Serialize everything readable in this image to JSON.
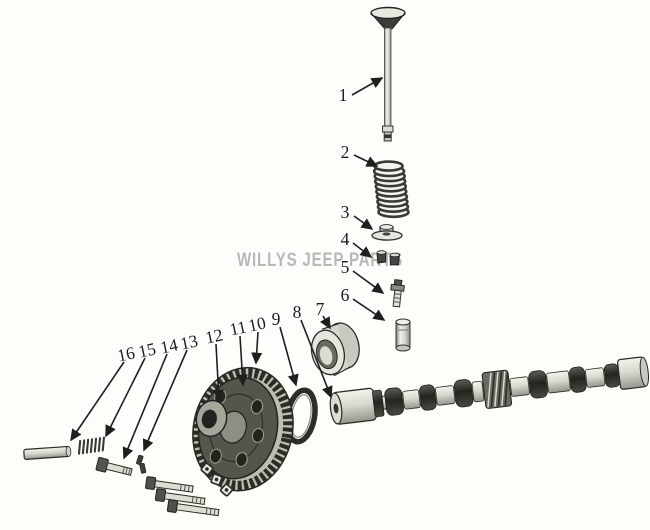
{
  "watermark": {
    "text": "WILLYS JEEP PARTS"
  },
  "callouts": [
    {
      "label": "1"
    },
    {
      "label": "2"
    },
    {
      "label": "3"
    },
    {
      "label": "4"
    },
    {
      "label": "5"
    },
    {
      "label": "6"
    },
    {
      "label": "7"
    },
    {
      "label": "8"
    },
    {
      "label": "9"
    },
    {
      "label": "10"
    },
    {
      "label": "11"
    },
    {
      "label": "12"
    },
    {
      "label": "13"
    },
    {
      "label": "14"
    },
    {
      "label": "15"
    },
    {
      "label": "16"
    }
  ],
  "colors": {
    "background": "#fdfdfa",
    "ink": "#222222",
    "watermark": "#b8b8b8",
    "metal_light": "#e9e9e2",
    "metal_dark": "#2f2f2b"
  }
}
